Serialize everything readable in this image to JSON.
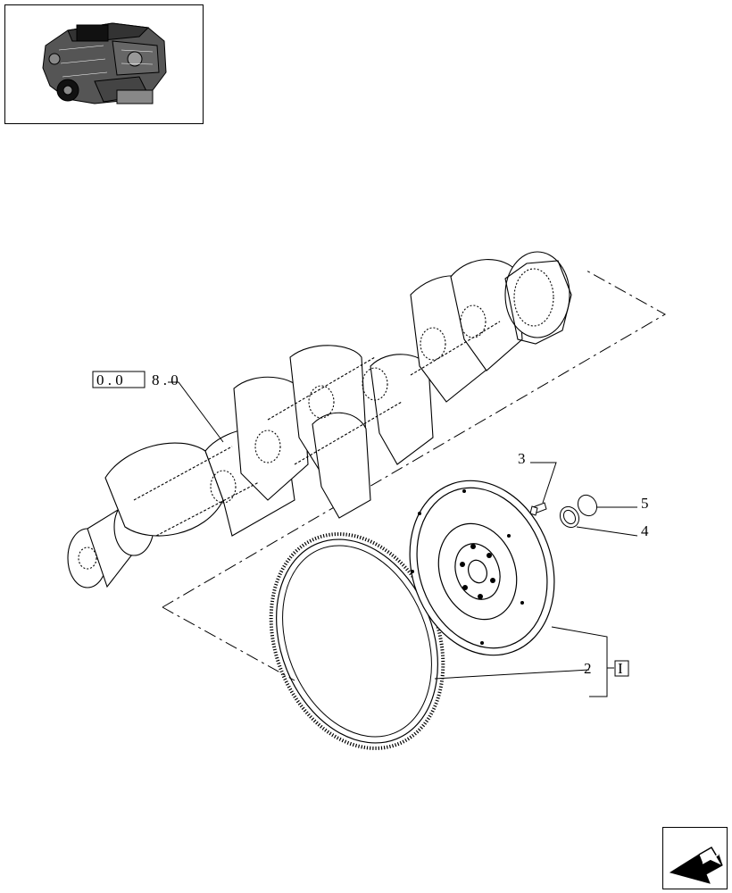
{
  "thumbnail": {
    "icon": "engine-thumbnail-icon"
  },
  "callouts": {
    "ref_group": "0 . 0",
    "ref_tail": "8 . 0",
    "item_3": "3",
    "item_5": "5",
    "item_4": "4",
    "item_2": "2",
    "kit_marker": "I"
  },
  "navigation": {
    "icon": "next-page-arrow-icon"
  }
}
